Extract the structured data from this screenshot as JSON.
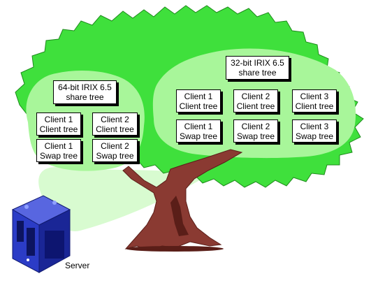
{
  "colors": {
    "foliage": "#3fe03c",
    "foliage_shade": "#2cc02a",
    "cluster": "#a8f69a",
    "trunk": "#8a3a32",
    "trunk_dark": "#5a1e18",
    "halo": "#d8fbd0",
    "server_blue": "#2b3cc6"
  },
  "left_tree": {
    "share": {
      "line1": "64-bit IRIX 6.5",
      "line2": "share tree"
    },
    "clients": [
      {
        "line1": "Client 1",
        "line2": "Client tree"
      },
      {
        "line1": "Client 2",
        "line2": "Client tree"
      },
      {
        "line1": "Client 1",
        "line2": "Swap tree"
      },
      {
        "line1": "Client 2",
        "line2": "Swap tree"
      }
    ]
  },
  "right_tree": {
    "share": {
      "line1": "32-bit IRIX 6.5",
      "line2": "share tree"
    },
    "clients": [
      {
        "line1": "Client 1",
        "line2": "Client tree"
      },
      {
        "line1": "Client 2",
        "line2": "Client tree"
      },
      {
        "line1": "Client 3",
        "line2": "Client tree"
      },
      {
        "line1": "Client 1",
        "line2": "Swap tree"
      },
      {
        "line1": "Client 2",
        "line2": "Swap tree"
      },
      {
        "line1": "Client 3",
        "line2": "Swap tree"
      }
    ]
  },
  "server": {
    "label": "Server",
    "icon": "server-tower-icon"
  }
}
